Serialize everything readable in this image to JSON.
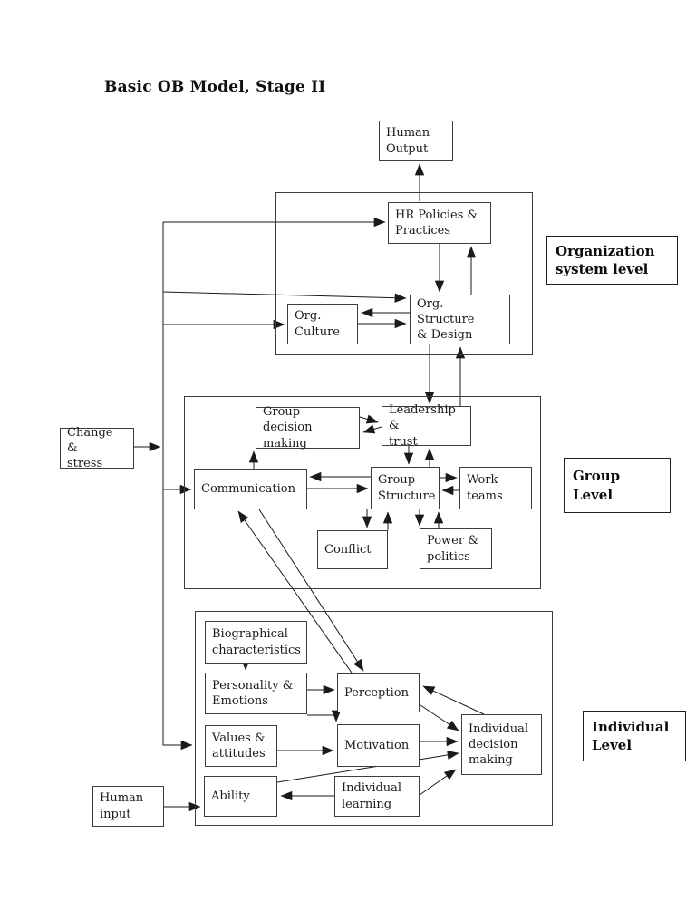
{
  "title": "Basic OB Model, Stage II",
  "colors": {
    "line": "#1a1a1a",
    "box_border": "#3d3d3d",
    "text": "#111111",
    "background": "#ffffff"
  },
  "levels": [
    {
      "id": "organization_level",
      "label": "Organization\nsystem level"
    },
    {
      "id": "group_level",
      "label": "Group\nLevel"
    },
    {
      "id": "individual_level",
      "label": "Individual\nLevel"
    }
  ],
  "nodes": [
    {
      "id": "human_output",
      "label": "Human\nOutput"
    },
    {
      "id": "hr_policies",
      "label": "HR Policies &\nPractices"
    },
    {
      "id": "org_culture",
      "label": "Org.\nCulture"
    },
    {
      "id": "org_structure",
      "label": "Org. Structure\n& Design"
    },
    {
      "id": "group_decision",
      "label": "Group decision\nmaking"
    },
    {
      "id": "leadership",
      "label": "Leadership &\ntrust"
    },
    {
      "id": "communication",
      "label": "Communication"
    },
    {
      "id": "group_structure",
      "label": "Group\nStructure"
    },
    {
      "id": "work_teams",
      "label": "Work\nteams"
    },
    {
      "id": "conflict",
      "label": "Conflict"
    },
    {
      "id": "power_politics",
      "label": "Power &\npolitics"
    },
    {
      "id": "change_stress",
      "label": "Change &\nstress"
    },
    {
      "id": "biographical",
      "label": "Biographical\ncharacteristics"
    },
    {
      "id": "personality",
      "label": "Personality &\nEmotions"
    },
    {
      "id": "values",
      "label": "Values &\nattitudes"
    },
    {
      "id": "ability",
      "label": "Ability"
    },
    {
      "id": "perception",
      "label": "Perception"
    },
    {
      "id": "motivation",
      "label": "Motivation"
    },
    {
      "id": "idm",
      "label": "Individual\ndecision\nmaking"
    },
    {
      "id": "learning",
      "label": "Individual\nlearning"
    },
    {
      "id": "human_input",
      "label": "Human\ninput"
    }
  ],
  "edges": [
    {
      "from": "hr_policies",
      "to": "human_output"
    },
    {
      "from": "trunk",
      "to": "hr_policies"
    },
    {
      "from": "hr_policies",
      "to": "org_structure"
    },
    {
      "from": "org_structure",
      "to": "hr_policies"
    },
    {
      "from": "trunk",
      "to": "org_structure"
    },
    {
      "from": "trunk",
      "to": "org_culture"
    },
    {
      "from": "org_structure",
      "to": "org_culture"
    },
    {
      "from": "org_culture",
      "to": "org_structure"
    },
    {
      "from": "org_structure",
      "to": "leadership"
    },
    {
      "from": "leadership",
      "to": "org_structure"
    },
    {
      "from": "group_decision",
      "to": "leadership"
    },
    {
      "from": "leadership",
      "to": "group_decision"
    },
    {
      "from": "communication",
      "to": "group_decision"
    },
    {
      "from": "leadership",
      "to": "group_structure"
    },
    {
      "from": "group_structure",
      "to": "leadership"
    },
    {
      "from": "group_structure",
      "to": "communication"
    },
    {
      "from": "communication",
      "to": "group_structure"
    },
    {
      "from": "group_structure",
      "to": "work_teams"
    },
    {
      "from": "work_teams",
      "to": "group_structure"
    },
    {
      "from": "group_structure",
      "to": "conflict"
    },
    {
      "from": "conflict",
      "to": "group_structure"
    },
    {
      "from": "group_structure",
      "to": "power_politics"
    },
    {
      "from": "power_politics",
      "to": "group_structure"
    },
    {
      "from": "change_stress",
      "to": "trunk"
    },
    {
      "from": "trunk",
      "to": "communication"
    },
    {
      "from": "trunk",
      "to": "individual_level"
    },
    {
      "from": "communication",
      "to": "perception"
    },
    {
      "from": "perception",
      "to": "communication"
    },
    {
      "from": "biographical",
      "to": "personality"
    },
    {
      "from": "personality",
      "to": "perception"
    },
    {
      "from": "personality",
      "to": "motivation"
    },
    {
      "from": "values",
      "to": "motivation"
    },
    {
      "from": "motivation",
      "to": "idm"
    },
    {
      "from": "perception",
      "to": "idm"
    },
    {
      "from": "idm",
      "to": "perception"
    },
    {
      "from": "ability",
      "to": "idm"
    },
    {
      "from": "learning",
      "to": "idm"
    },
    {
      "from": "learning",
      "to": "ability"
    },
    {
      "from": "human_input",
      "to": "ability"
    }
  ]
}
